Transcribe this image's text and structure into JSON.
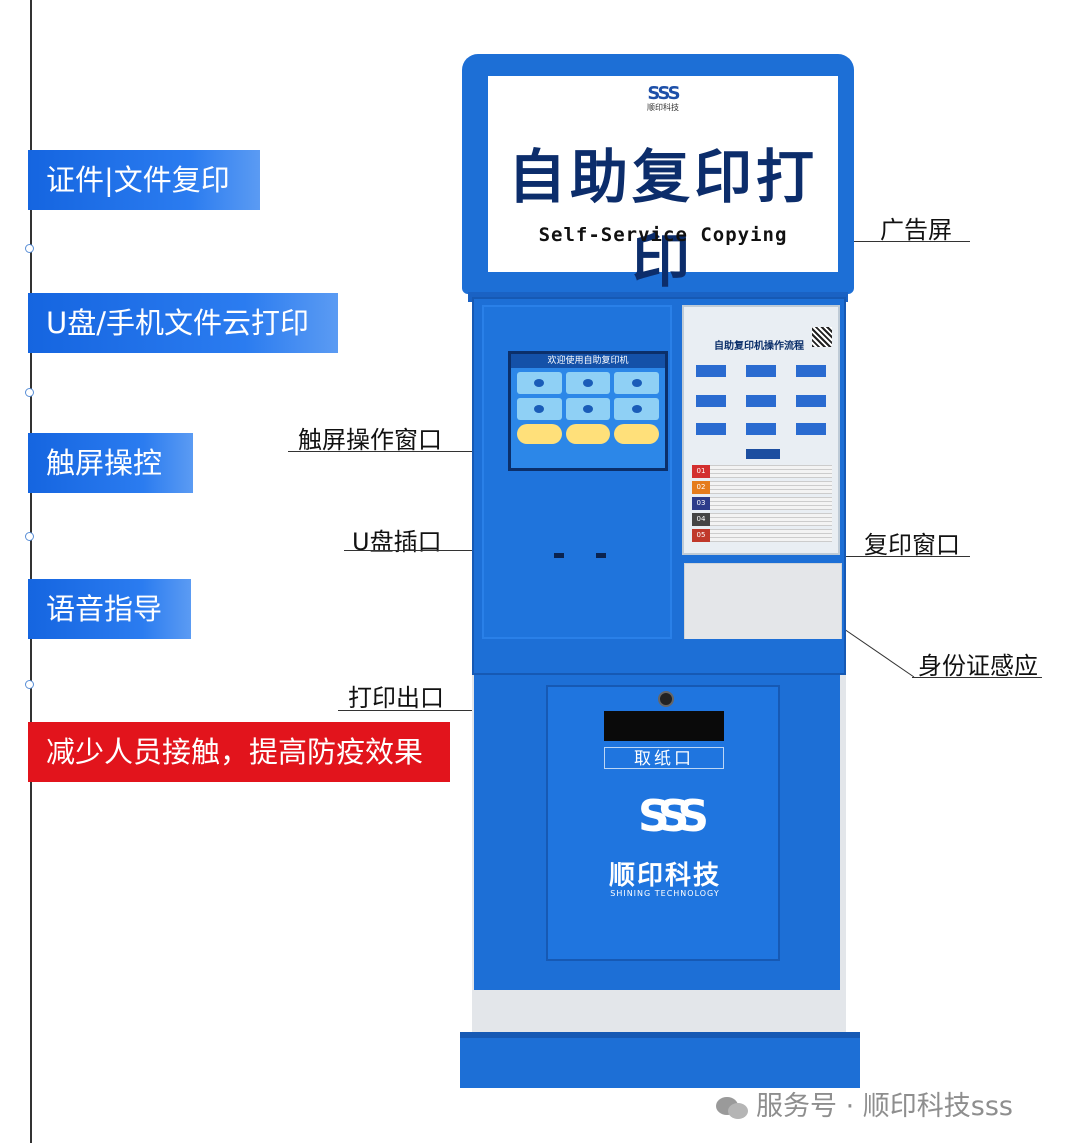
{
  "features": [
    "证件|文件复印",
    "U盘/手机文件云打印",
    "触屏操控",
    "语音指导",
    "减少人员接触，提高防疫效果"
  ],
  "callouts": {
    "ad_screen": "广告屏",
    "touch_window": "触屏操作窗口",
    "usb_port": "U盘插口",
    "copy_window": "复印窗口",
    "id_reader": "身份证感应",
    "print_outlet": "打印出口"
  },
  "kiosk": {
    "ad_logo_text": "顺印科技",
    "ad_title": "自助复印打印",
    "ad_subtitle": "Self-Service Copying",
    "touch_screen_header": "欢迎使用自助复印机",
    "panel_title": "自助复印机操作流程",
    "paper_tray_label": "取纸口",
    "brand_cn": "顺印科技",
    "brand_en": "SHINING TECHNOLOGY"
  },
  "watermark": "服务号 · 顺印科技sss",
  "colors": {
    "accent_blue": "#1d6fd6",
    "tag_blue": "#2b7cf0",
    "tag_red": "#e2141c"
  }
}
